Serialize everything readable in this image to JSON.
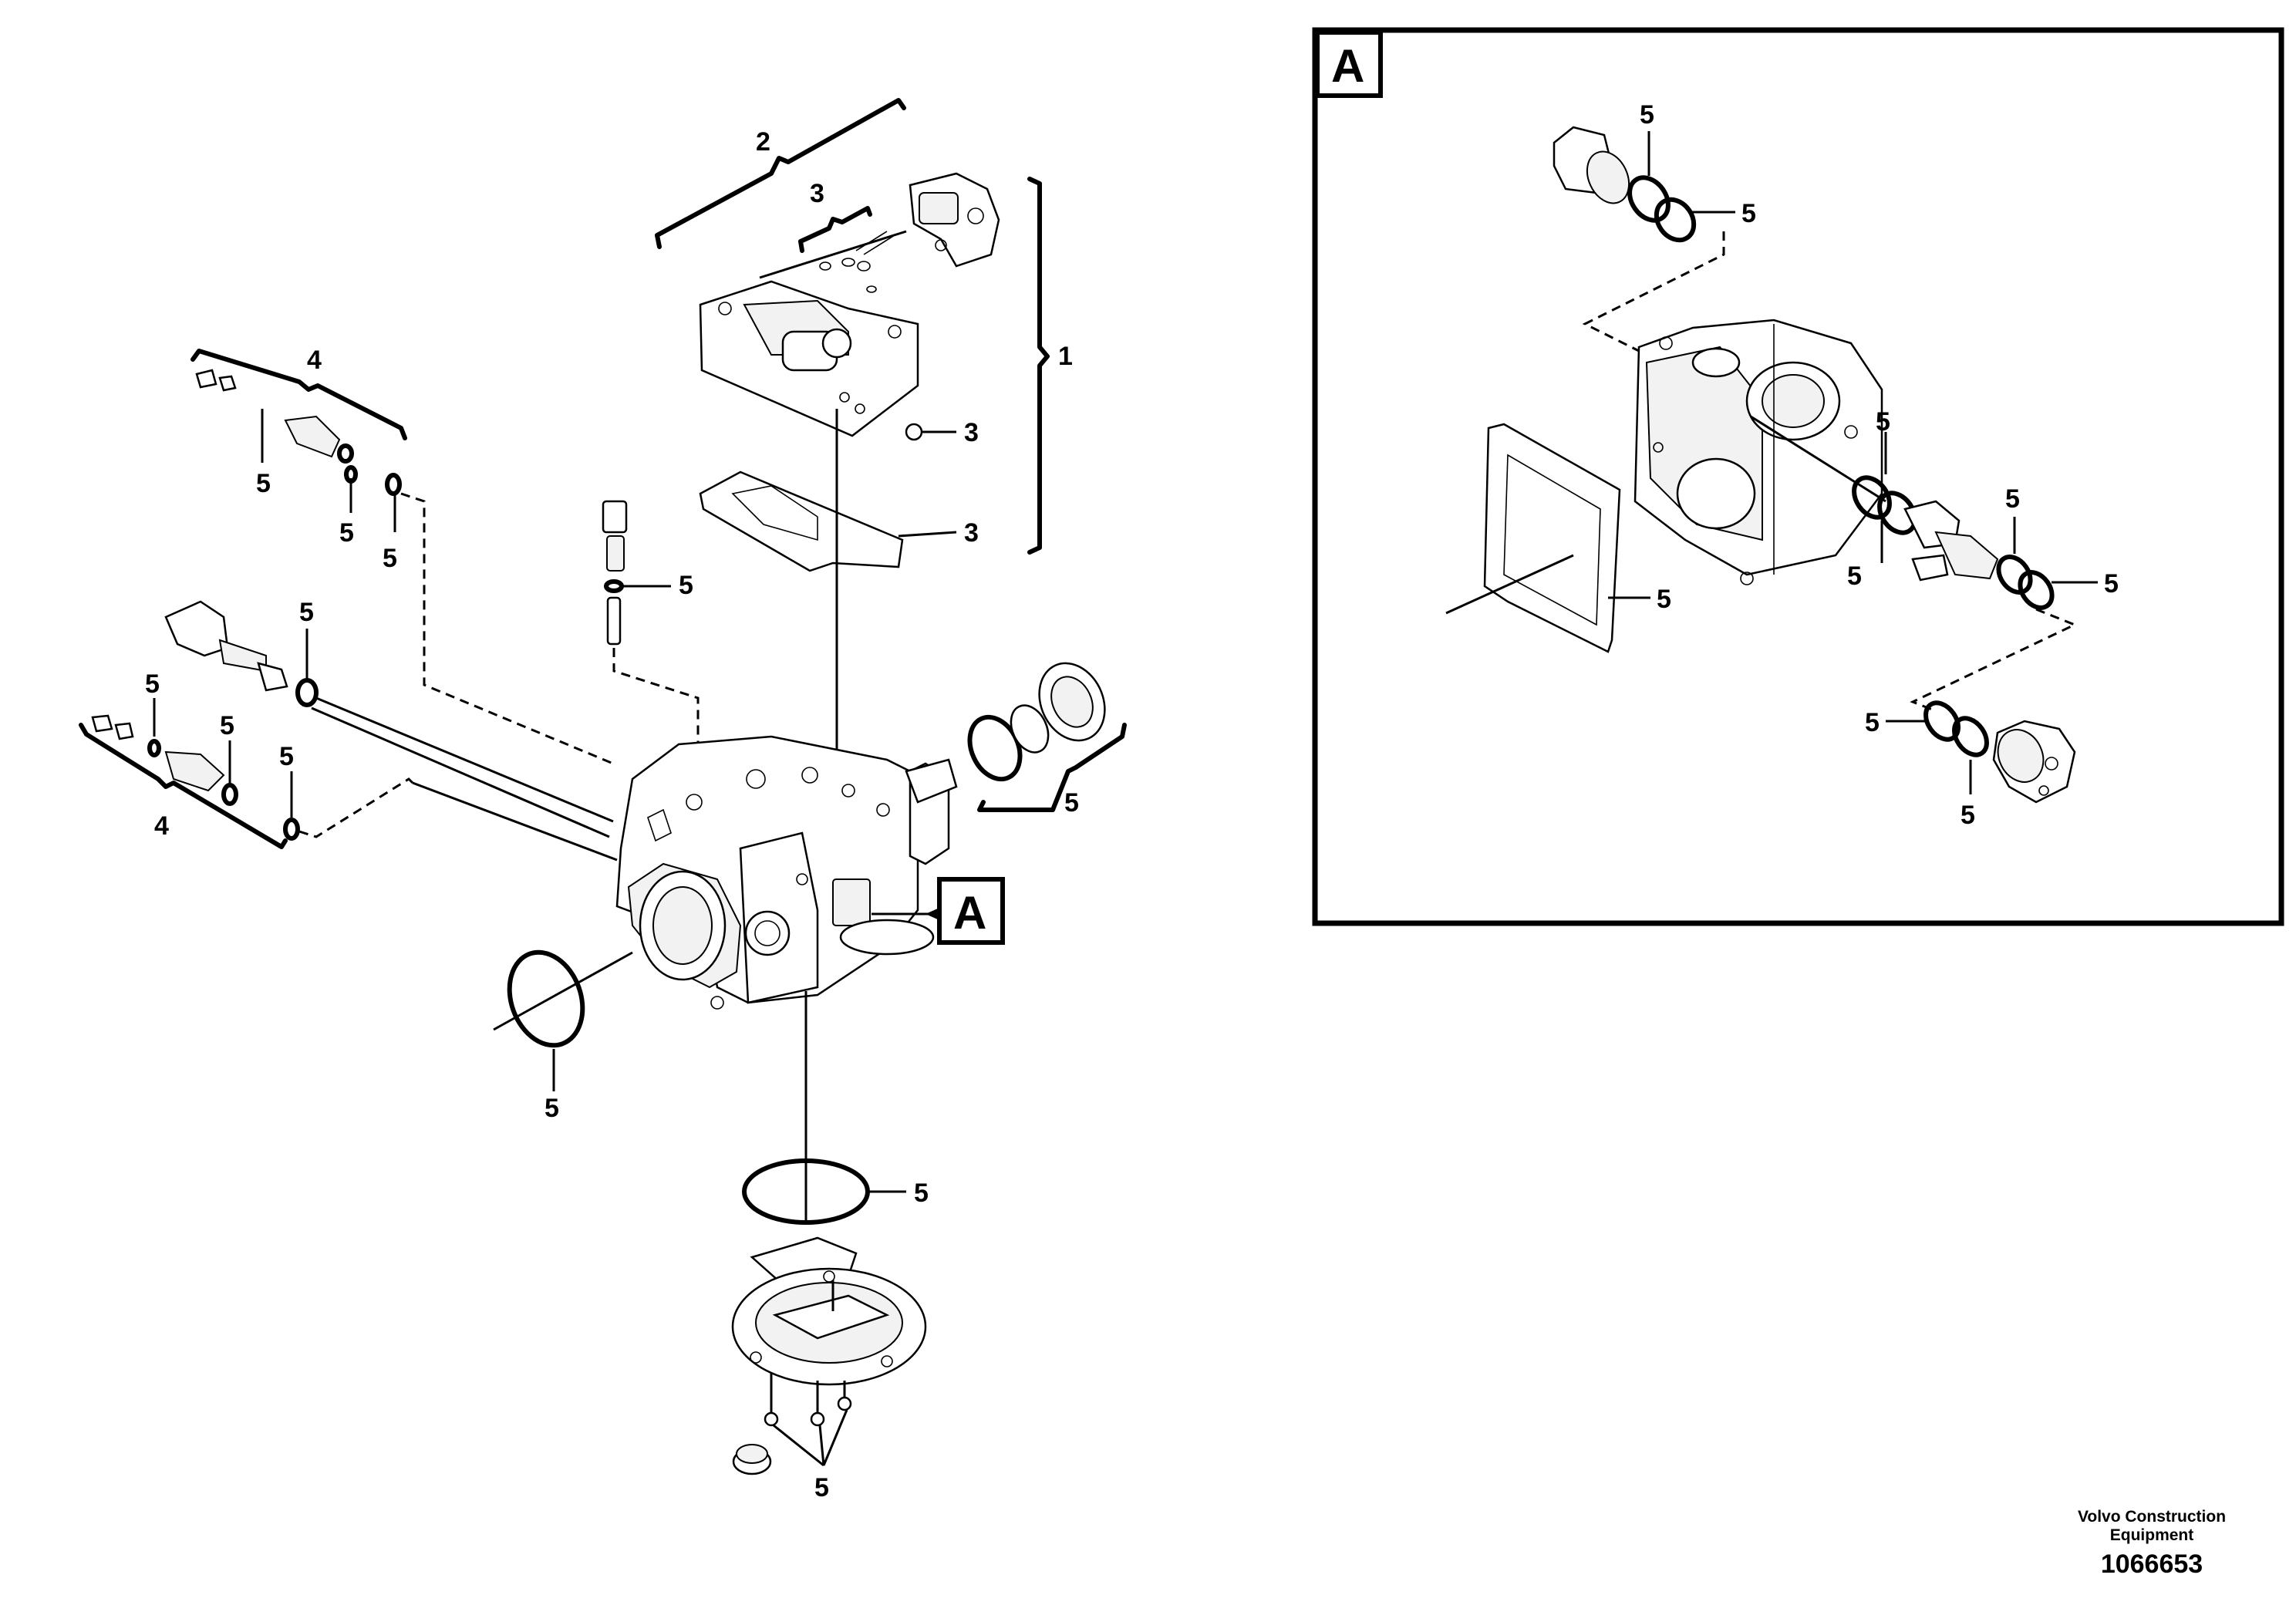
{
  "callouts": {
    "c1": "1",
    "c2": "2",
    "c3": "3",
    "c4": "4",
    "c5": "5"
  },
  "detail": {
    "label": "A"
  },
  "footer": {
    "brand": "Volvo Construction Equipment",
    "number": "1066653"
  }
}
